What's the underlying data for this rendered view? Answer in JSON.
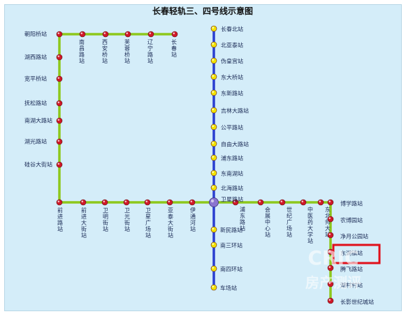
{
  "title": "长春轻轨三、四号线示意图",
  "colors": {
    "line3": "#8dc81c",
    "line4": "#2a3fd0",
    "line3_station": "#d0192a",
    "line4_station": "#f4e400",
    "transfer": "#8a75cf",
    "highlight": "#e0101a",
    "background": "#d4edf9"
  },
  "line3": {
    "left_vertical": [
      "朝阳桥站",
      "湖西路站",
      "宽平桥站",
      "抚松路站",
      "南湖大路站",
      "湖光路站",
      "硅谷大街站"
    ],
    "top_branch": [
      "南昌路站",
      "西安桥站",
      "芙蓉桥站",
      "辽宁路站",
      "长春站"
    ],
    "bottom_left": [
      "前进路站",
      "前进大街站",
      "卫明街站",
      "卫光街站",
      "卫星广场站",
      "亚泰大街站",
      "伊通河站"
    ],
    "bottom_right": [
      "浦东路站",
      "会展中心站",
      "世纪广场站",
      "中医药大学站",
      "东北师大站"
    ],
    "right_vertical": [
      "博学路站",
      "农博园站",
      "净月公园站",
      "东湖镇站",
      "腾飞路站",
      "湖村村站",
      "长影世纪城站"
    ]
  },
  "line4": {
    "upper": [
      "长春北站",
      "北亚泰站",
      "伪皇宫站",
      "东大桥站",
      "东新路站",
      "吉林大路站",
      "公平路站",
      "自由大路站",
      "浦东路站",
      "东南湖站",
      "北海路站",
      "卫星路站"
    ],
    "lower": [
      "新民路站",
      "南三环站",
      "南四环站",
      "车场站"
    ]
  },
  "highlight_station": "东湖镇站",
  "watermark": {
    "logo": "CRIC",
    "text": "房产测评"
  }
}
